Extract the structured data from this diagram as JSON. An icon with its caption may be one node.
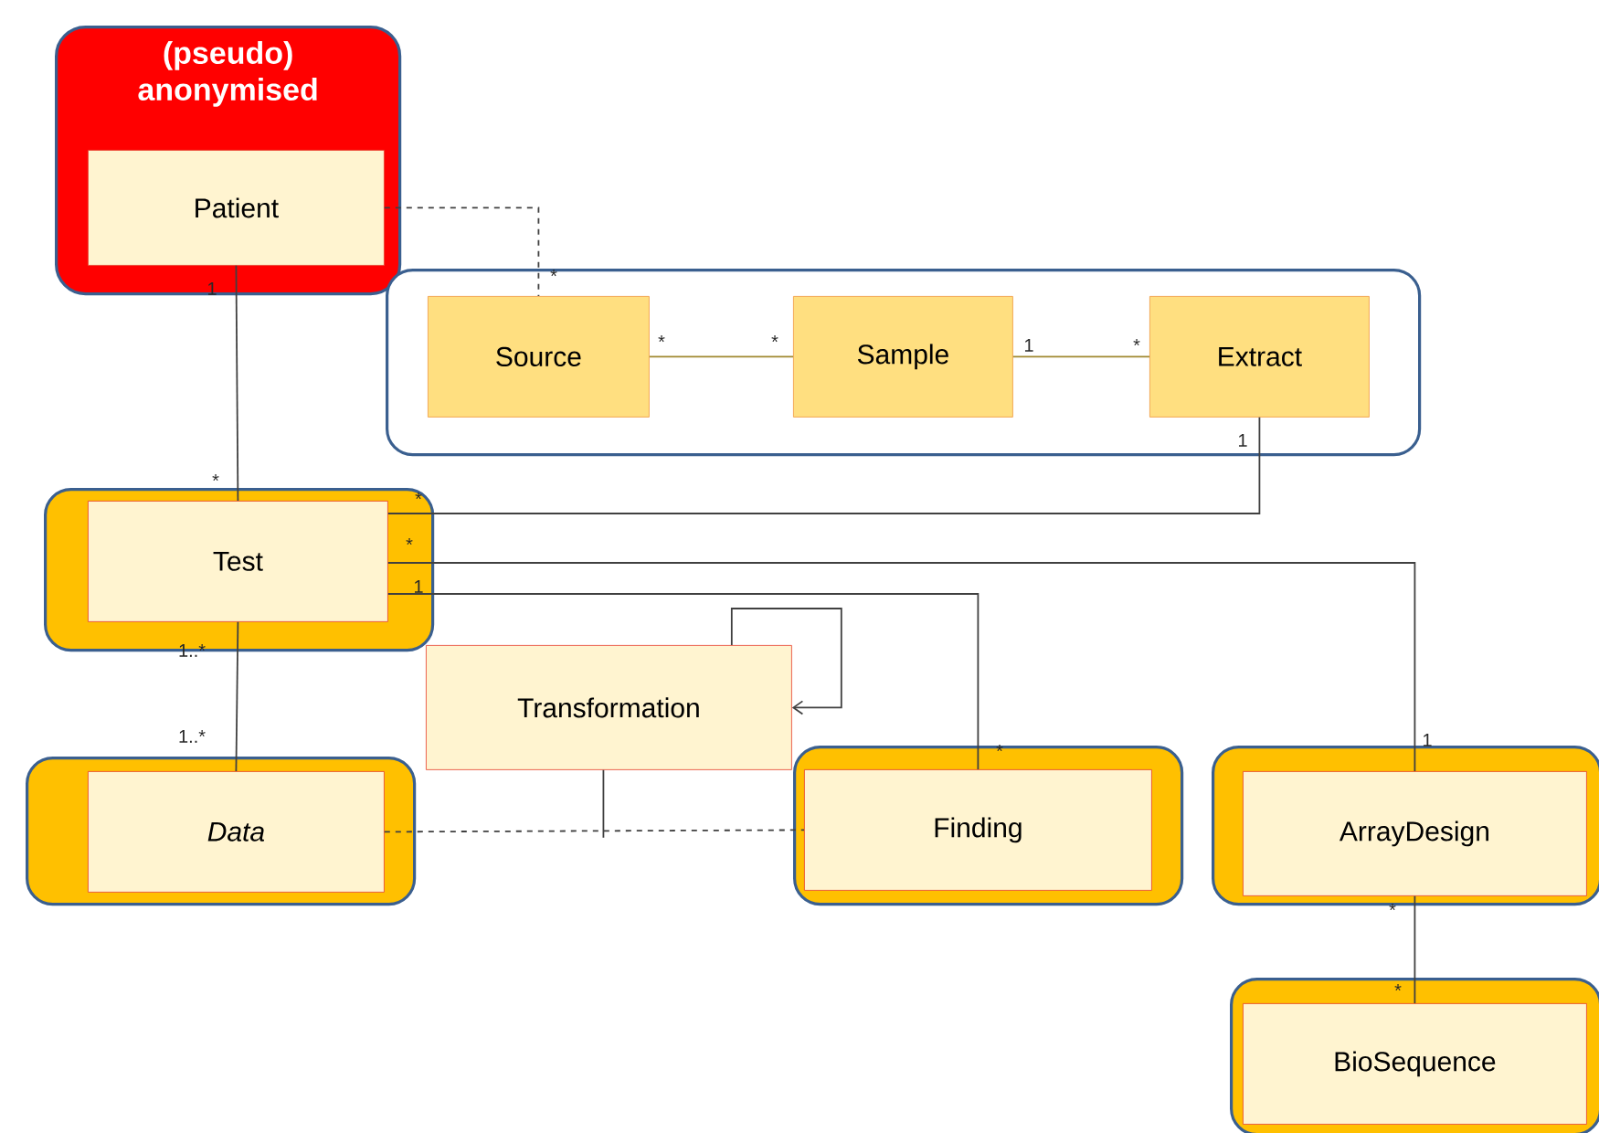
{
  "diagram": {
    "nodes": [
      {
        "text": [
          "(pseudo) anonymised"
        ]
      },
      {
        "text": [
          "Patient"
        ],
        "in": 0
      },
      {
        "text": [],
        "shape": "box"
      },
      {
        "text": [
          "Source"
        ],
        "in": 2
      },
      {
        "text": [
          "Sample"
        ],
        "in": 2
      },
      {
        "text": [
          "Extract"
        ],
        "in": 2
      },
      {
        "text": [],
        "shape": "box"
      },
      {
        "text": [
          "Test"
        ],
        "in": 6
      },
      {
        "text": [
          "Transformation"
        ]
      },
      {
        "text": [],
        "shape": "box"
      },
      {
        "text": [
          "Data"
        ],
        "in": 9
      },
      {
        "text": [],
        "shape": "box"
      },
      {
        "text": [
          "Finding"
        ],
        "in": 11
      },
      {
        "text": [],
        "shape": "box"
      },
      {
        "text": [
          "ArrayDesign"
        ],
        "in": 13
      },
      {
        "text": [],
        "shape": "box"
      },
      {
        "text": [
          "BioSequence"
        ],
        "in": 15
      }
    ],
    "edges": [
      {
        "from": 1,
        "to": 3,
        "arrow": "none",
        "style": "dashed"
      },
      {
        "from": 1,
        "to": 7,
        "arrow": "none"
      },
      {
        "from": 3,
        "to": 4,
        "arrow": "none",
        "color": "#a08830"
      },
      {
        "from": 4,
        "to": 5,
        "arrow": "none",
        "color": "#a08830"
      },
      {
        "from": 5,
        "to": 7,
        "arrow": "none"
      },
      {
        "from": 7,
        "to": 14,
        "arrow": "none"
      },
      {
        "from": 7,
        "to": 12,
        "arrow": "none"
      },
      {
        "from": 8,
        "to": 8,
        "arrow": "to"
      },
      {
        "from": 7,
        "to": 10,
        "arrow": "none"
      },
      {
        "from": 10,
        "to": 12,
        "arrow": "none",
        "style": "dashed"
      },
      {
        "from": 8,
        "to": null,
        "arrow": "none"
      },
      {
        "from": 14,
        "to": 16,
        "arrow": "none"
      }
    ],
    "labels": [
      "*",
      "1",
      "*",
      "*",
      "*",
      "*",
      "1",
      "*",
      "1",
      "*",
      "1",
      "1..*",
      "1..*",
      "*",
      "1",
      "*",
      "*"
    ]
  }
}
